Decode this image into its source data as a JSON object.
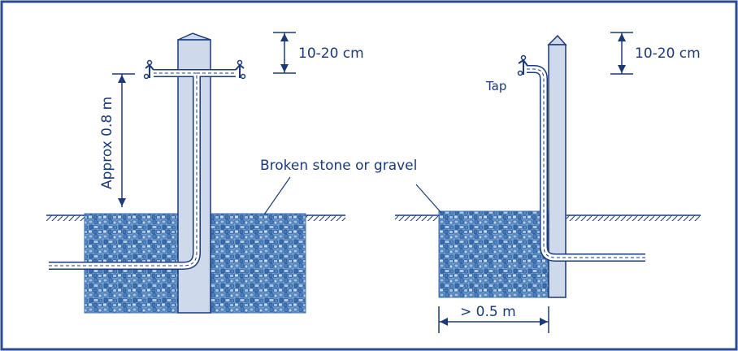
{
  "colors": {
    "frame": "#2c4a8c",
    "ink": "#1b3a78",
    "post_fill": "#cfd9ec",
    "gravel_base": "#6f9fd0",
    "gravel_stone": "#3d6fb0",
    "pipe_fill": "#ffffff"
  },
  "labels": {
    "left_height": "10-20 cm",
    "right_height": "10-20 cm",
    "approx_depth": "Approx 0.8 m",
    "gravel": "Broken stone or gravel",
    "tap": "Tap",
    "width": "> 0.5 m"
  },
  "icons": [
    "tap-icon",
    "arrow-icon"
  ]
}
